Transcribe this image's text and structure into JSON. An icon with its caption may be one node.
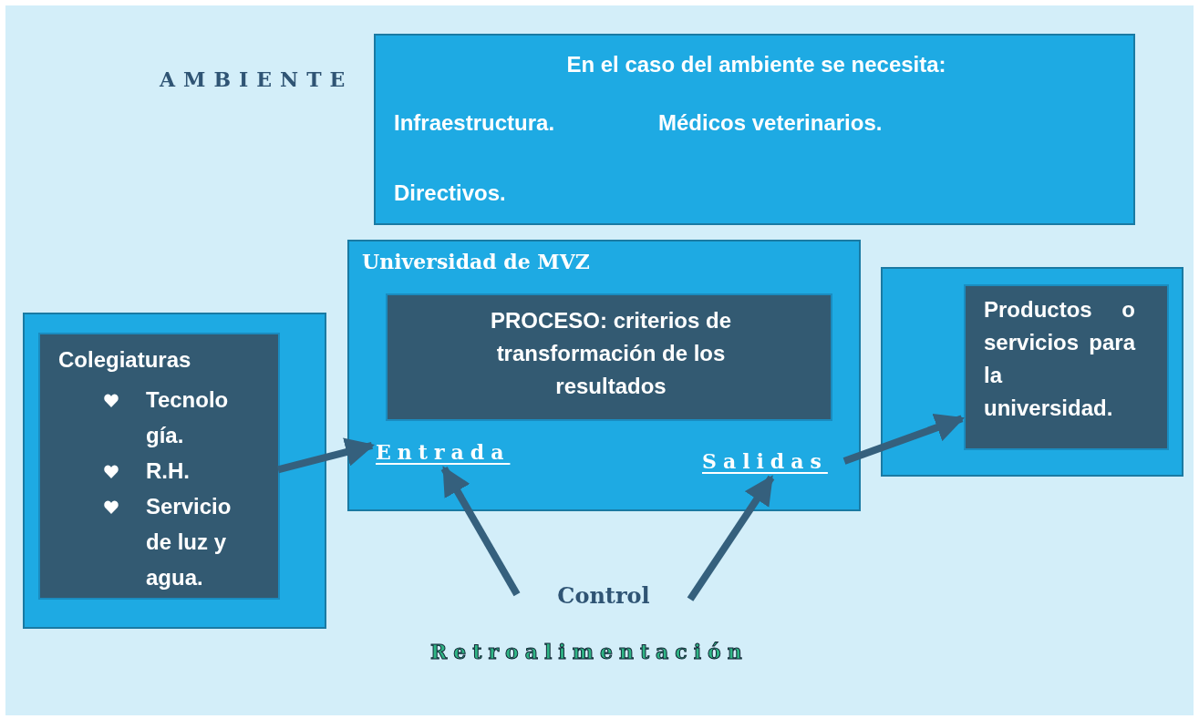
{
  "diagram": {
    "nodes": [
      {
        "text": [
          "En el caso del ambiente se necesita:",
          "Infraestructura.",
          "Médicos veterinarios.",
          "Directivos."
        ],
        "beside": [
          "AMBIENTE"
        ]
      },
      {
        "text": [],
        "shape": "box"
      },
      {
        "text": [
          "Colegiaturas",
          "Tecnología.",
          "R.H.",
          "Servicio de luz y agua."
        ],
        "in": 1
      },
      {
        "text": [
          "Universidad de MVZ"
        ]
      },
      {
        "text": [
          "PROCESO: criterios de transformación de los resultados"
        ],
        "in": 3
      },
      {
        "text": [
          "Entrada"
        ],
        "in": 3
      },
      {
        "text": [
          "Salidas"
        ],
        "in": 3
      },
      {
        "text": [],
        "shape": "box"
      },
      {
        "text": [
          "Productos o servicios para la universidad."
        ],
        "in": 7
      },
      {
        "text": [
          "Control"
        ]
      }
    ],
    "edges": [
      {
        "from": 2,
        "to": 5,
        "arrow": "to"
      },
      {
        "from": 6,
        "to": 8,
        "arrow": "to"
      },
      {
        "from": 9,
        "to": 5,
        "arrow": "to"
      },
      {
        "from": 9,
        "to": 6,
        "arrow": "to"
      }
    ],
    "labels": [
      "Retroalimentación"
    ]
  }
}
